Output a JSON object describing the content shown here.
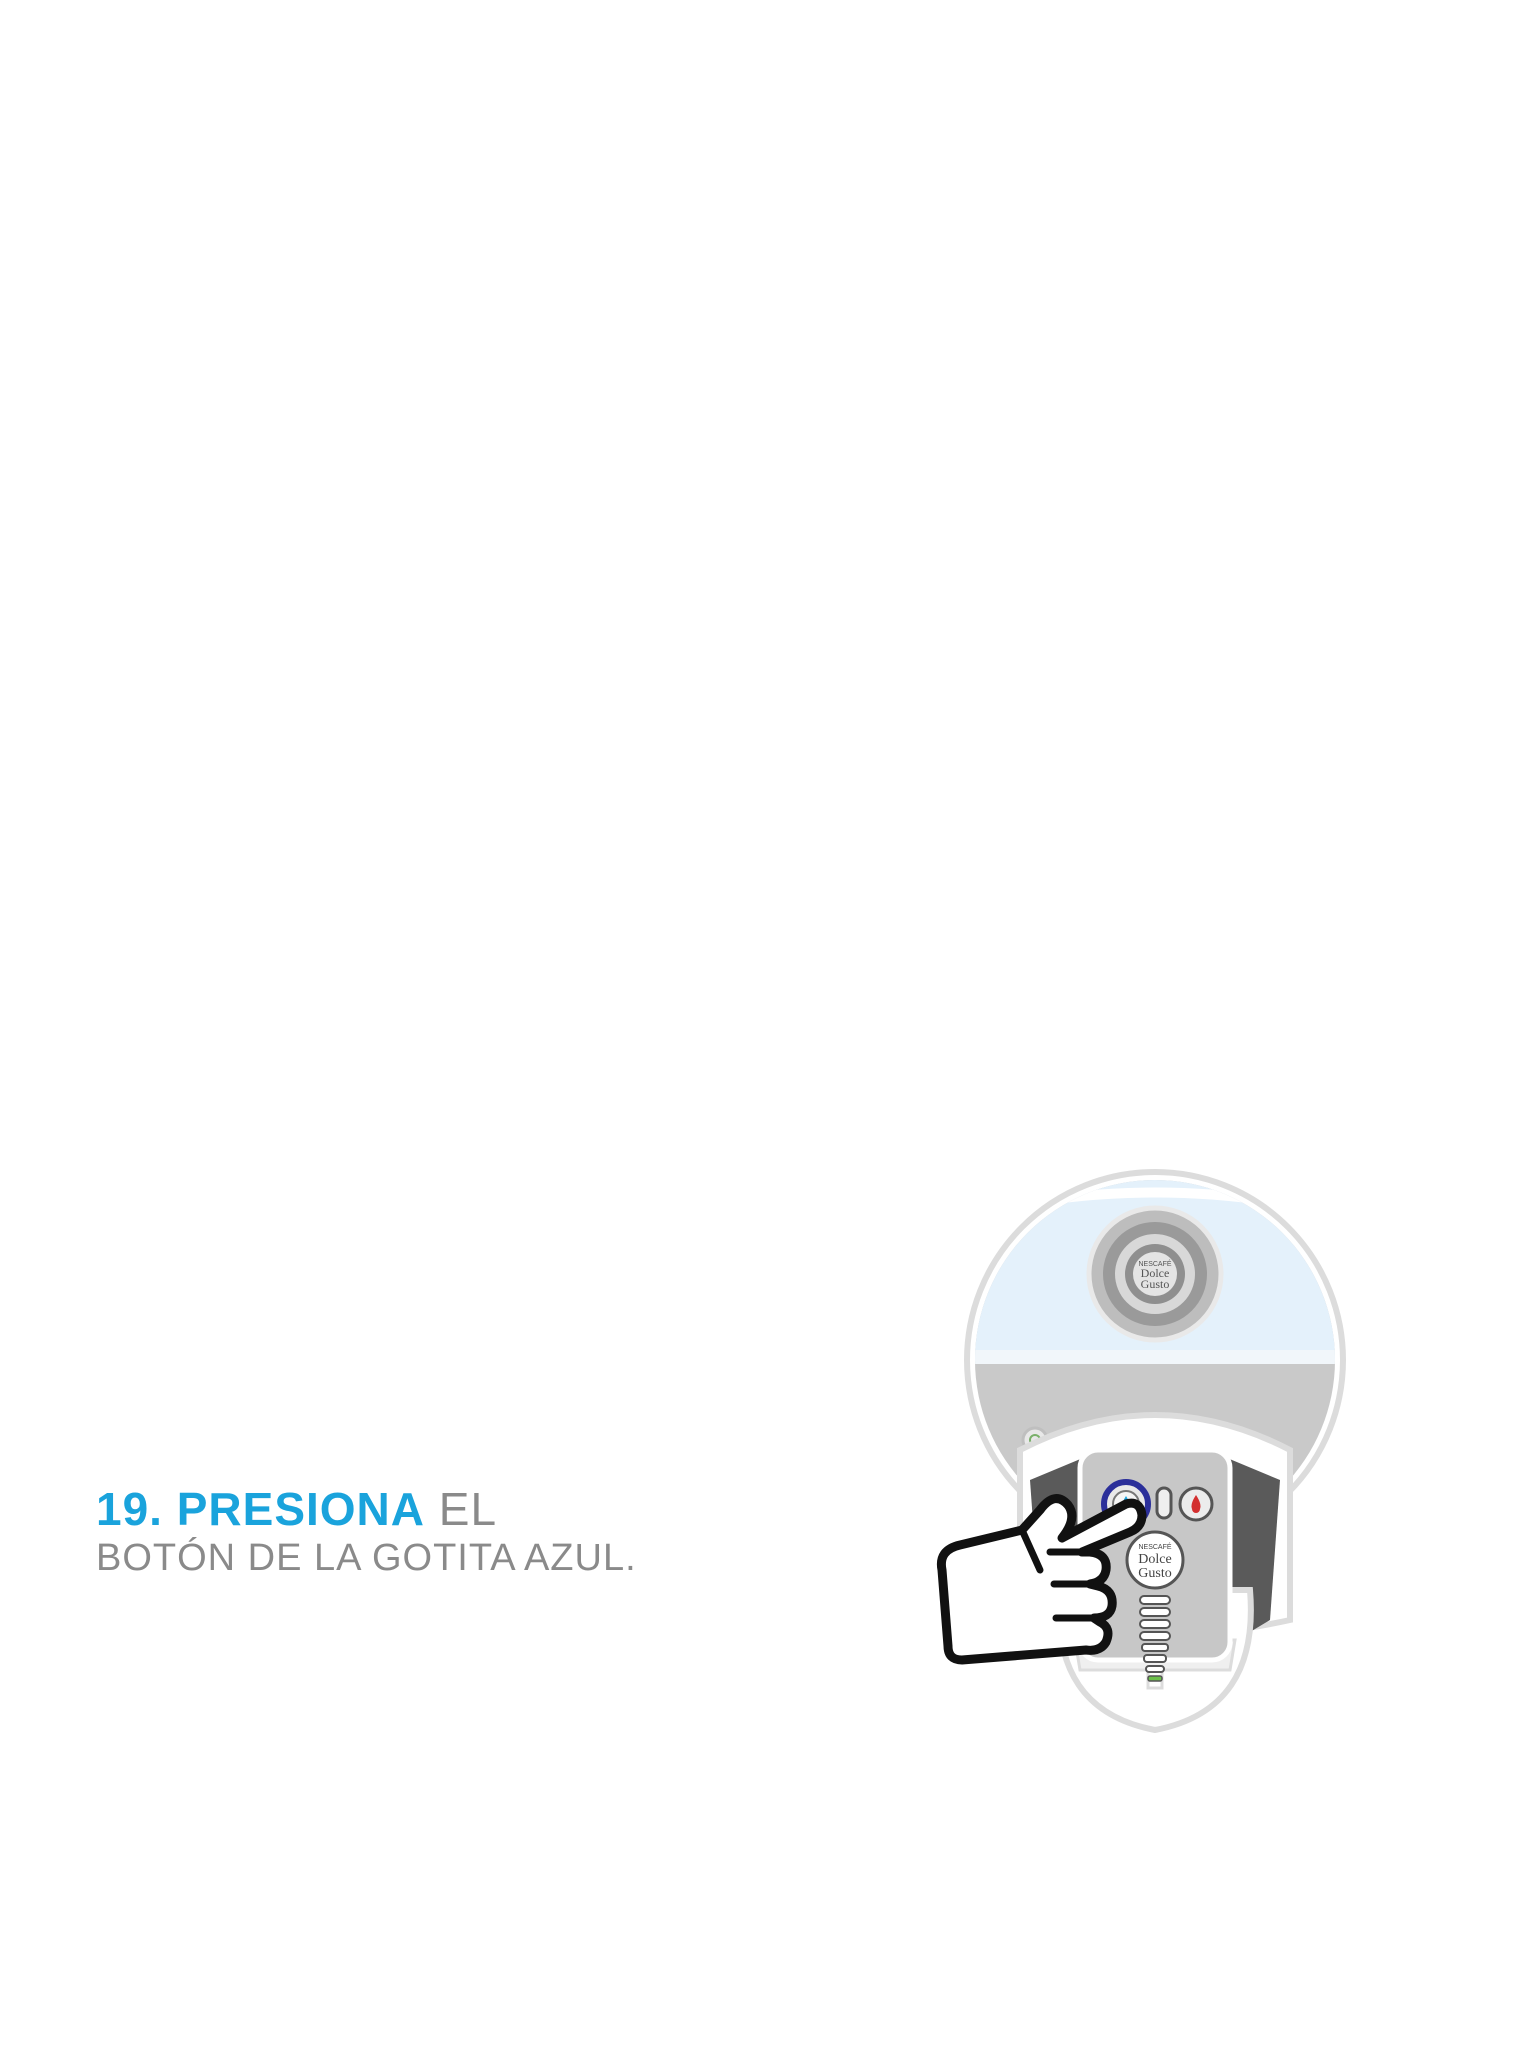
{
  "instruction": {
    "number": "19.",
    "verb": "PRESIONA",
    "rest_line1": "EL",
    "line2": "BOTÓN DE LA GOTITA AZUL."
  },
  "illustration": {
    "brand_top": "NESCAFÉ",
    "brand_mid": "Dolce",
    "brand_bottom": "Gusto",
    "colors": {
      "accent_text": "#1aa3dc",
      "body_text": "#8a8a8a",
      "tank": "#e3f1fb",
      "body_grey": "#c8c8c8",
      "dark_grey": "#5a5a5a",
      "blue_button_ring": "#2b2f9a",
      "red_drop": "#d32f2f",
      "green_led": "#6cc04a"
    },
    "icons": [
      "coffee-machine-illustration",
      "hand-pointer-icon",
      "blue-drop-icon",
      "red-drop-icon",
      "power-icon"
    ]
  }
}
